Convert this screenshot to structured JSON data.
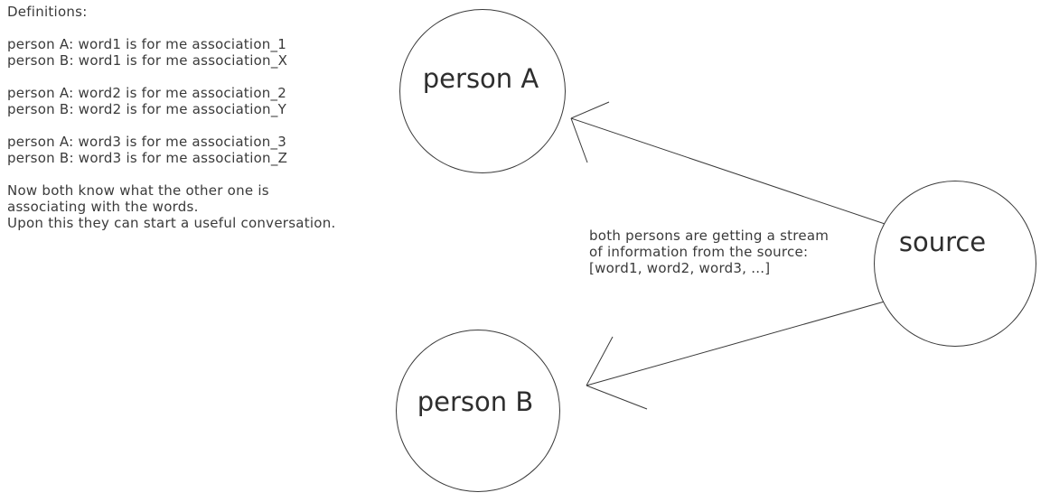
{
  "page": {
    "background_color": "#ffffff",
    "stroke_color": "#3a3a3a",
    "text_color": "#3a3a3a"
  },
  "definitions_panel": {
    "lines": [
      "Definitions:",
      "",
      "person A: word1 is for me association_1",
      "person B: word1 is for me association_X",
      "",
      "person A: word2 is for me association_2",
      "person B: word2 is for me association_Y",
      "",
      "person A: word3 is for me association_3",
      "person B: word3 is for me association_Z",
      "",
      "Now both know what the other one is",
      "associating with the words.",
      "Upon this they can start a useful conversation."
    ]
  },
  "diagram": {
    "nodes": [
      {
        "id": "person-a",
        "label": "person A",
        "shape": "circle"
      },
      {
        "id": "person-b",
        "label": "person B",
        "shape": "circle"
      },
      {
        "id": "source",
        "label": "source",
        "shape": "circle"
      }
    ],
    "edges": [
      {
        "from": "source",
        "to": "person-a",
        "style": "open-arrowhead"
      },
      {
        "from": "source",
        "to": "person-b",
        "style": "open-arrowhead"
      }
    ],
    "annotation": {
      "lines": [
        "both persons are getting a stream",
        "of information from the source:",
        "[word1, word2, word3, ...]"
      ]
    }
  }
}
